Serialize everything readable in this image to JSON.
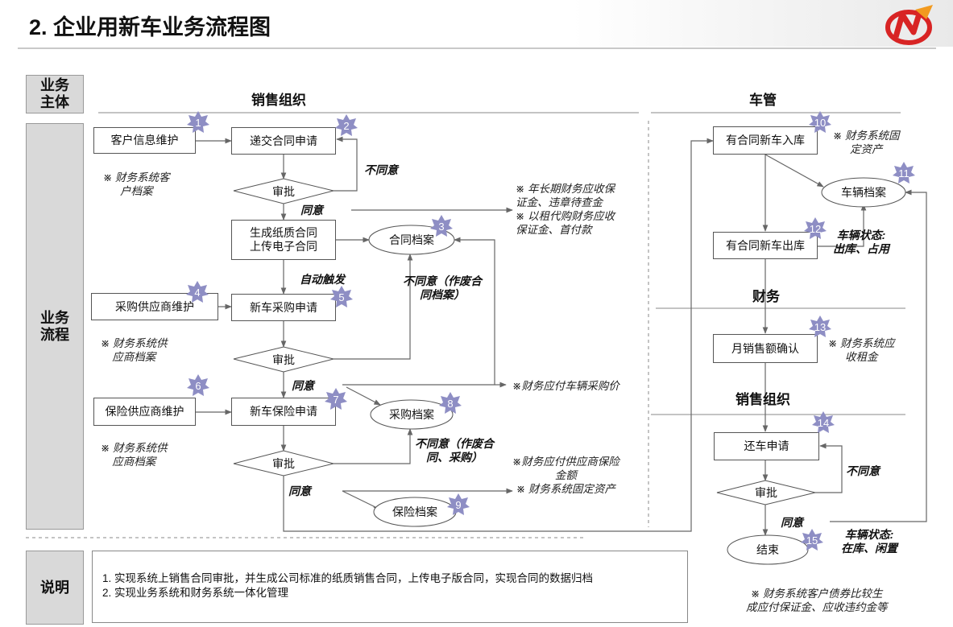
{
  "title": "2. 企业用新车业务流程图",
  "side": {
    "subject": "业务\n主体",
    "process": "业务\n流程",
    "explain": "说明"
  },
  "sections": {
    "sales": "销售组织",
    "vehicle": "车管",
    "finance": "财务",
    "sales2": "销售组织"
  },
  "boxes": {
    "customer": "客户信息维护",
    "submit": "递交合同申请",
    "generate": "生成纸质合同\n上传电子合同",
    "supplier": "采购供应商维护",
    "purchase": "新车采购申请",
    "insurer": "保险供应商维护",
    "insurance": "新车保险申请",
    "stock_in": "有合同新车入库",
    "stock_out": "有合同新车出库",
    "monthly": "月销售额确认",
    "return": "还车申请"
  },
  "decisions": {
    "approve1": "审批",
    "approve2": "审批",
    "approve3": "审批",
    "approve4": "审批"
  },
  "ellipses": {
    "contract_file": "合同档案",
    "purchase_file": "采购档案",
    "insurance_file": "保险档案",
    "vehicle_file": "车辆档案",
    "end": "结束"
  },
  "badges": [
    "1",
    "2",
    "3",
    "4",
    "5",
    "6",
    "7",
    "8",
    "9",
    "10",
    "11",
    "12",
    "13",
    "14",
    "15"
  ],
  "notes": {
    "n1": "※ 财务系统客\n户档案",
    "n2": "※ 年长期财务应收保\n证金、违章待查金\n※ 以租代购财务应收\n保证金、首付款",
    "n3": "※ 财务系统供\n应商档案",
    "n4": "※财务应付车辆采购价",
    "n5": "※ 财务系统供\n应商档案",
    "n6": "※财务应付供应商保险\n金额\n※ 财务系统固定资产",
    "n7": "※ 财务系统固\n定资产",
    "n8": "※ 财务系统应\n收租金",
    "n9": "※ 财务系统客户债券比较生\n成应付保证金、应收违约金等"
  },
  "labels": {
    "disagree1": "不同意",
    "agree1": "同意",
    "auto": "自动触发",
    "disagree2": "不同意（作废合\n同档案）",
    "agree2": "同意",
    "disagree3": "不同意（作废合\n同、采购）",
    "agree3": "同意",
    "vehicle_status1": "车辆状态:\n出库、占用",
    "disagree4": "不同意",
    "agree4": "同意",
    "vehicle_status2": "车辆状态:\n在库、闲置"
  },
  "explain_items": [
    "1.   实现系统上销售合同审批，并生成公司标准的纸质销售合同，上传电子版合同，实现合同的数据归档",
    "2.   实现业务系统和财务系统一体化管理"
  ],
  "colors": {
    "badge": "#8e8ec4",
    "side_fill": "#d9d9d9",
    "logo_red": "#d82424",
    "logo_orange": "#f29a1f"
  }
}
